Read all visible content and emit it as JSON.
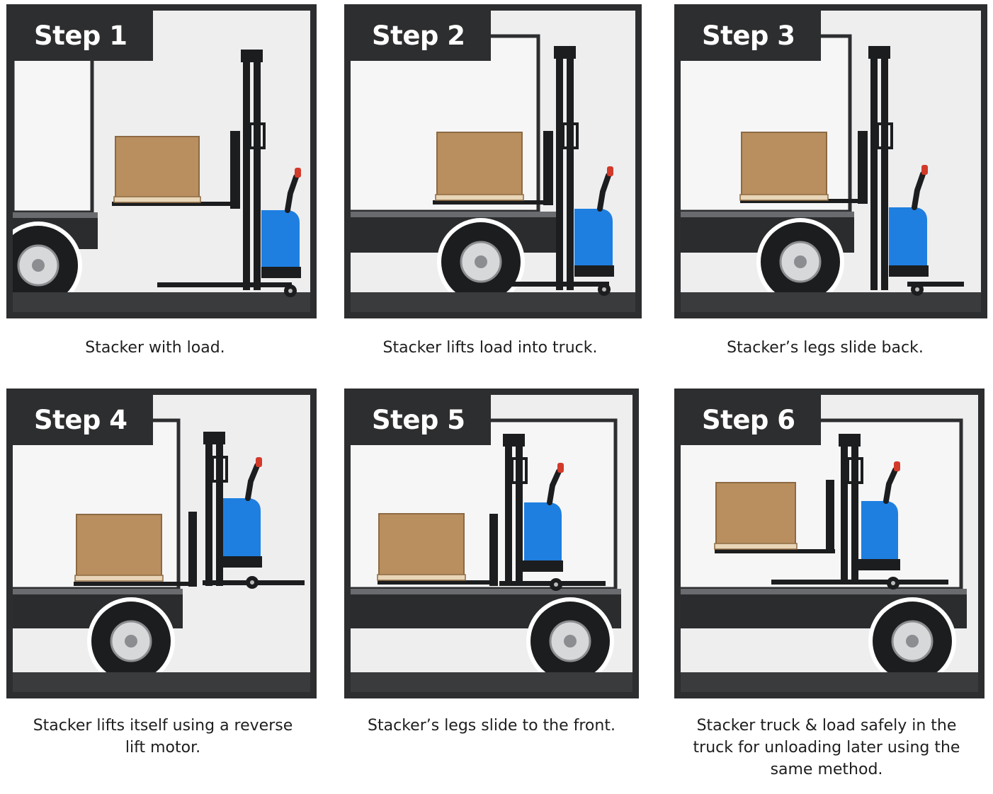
{
  "steps": [
    {
      "title": "Step 1",
      "caption": "Stacker with load."
    },
    {
      "title": "Step 2",
      "caption": "Stacker lifts load into truck."
    },
    {
      "title": "Step 3",
      "caption": "Stacker’s legs slide back."
    },
    {
      "title": "Step 4",
      "caption": "Stacker lifts itself using a reverse lift motor."
    },
    {
      "title": "Step 5",
      "caption": "Stacker’s legs slide to the front."
    },
    {
      "title": "Step 6",
      "caption": "Stacker truck & load safely in the truck for unloading later using the same method."
    }
  ],
  "colors": {
    "frame": "#2d2e30",
    "panel_bg": "#eeeeef",
    "truck_body": "#f6f6f7",
    "truck_bed": "#2b2c2e",
    "floor": "#3a3b3d",
    "box": "#b98f5f",
    "box_edge": "#8d6a42",
    "pallet": "#e9d6b8",
    "stacker_blue": "#1e7fe0",
    "stacker_dark": "#1c1d1f",
    "handle_red": "#d23a2a"
  },
  "icons": [
    "pallet-box-icon",
    "stacker-truck-icon",
    "delivery-truck-icon",
    "wheel-icon"
  ]
}
